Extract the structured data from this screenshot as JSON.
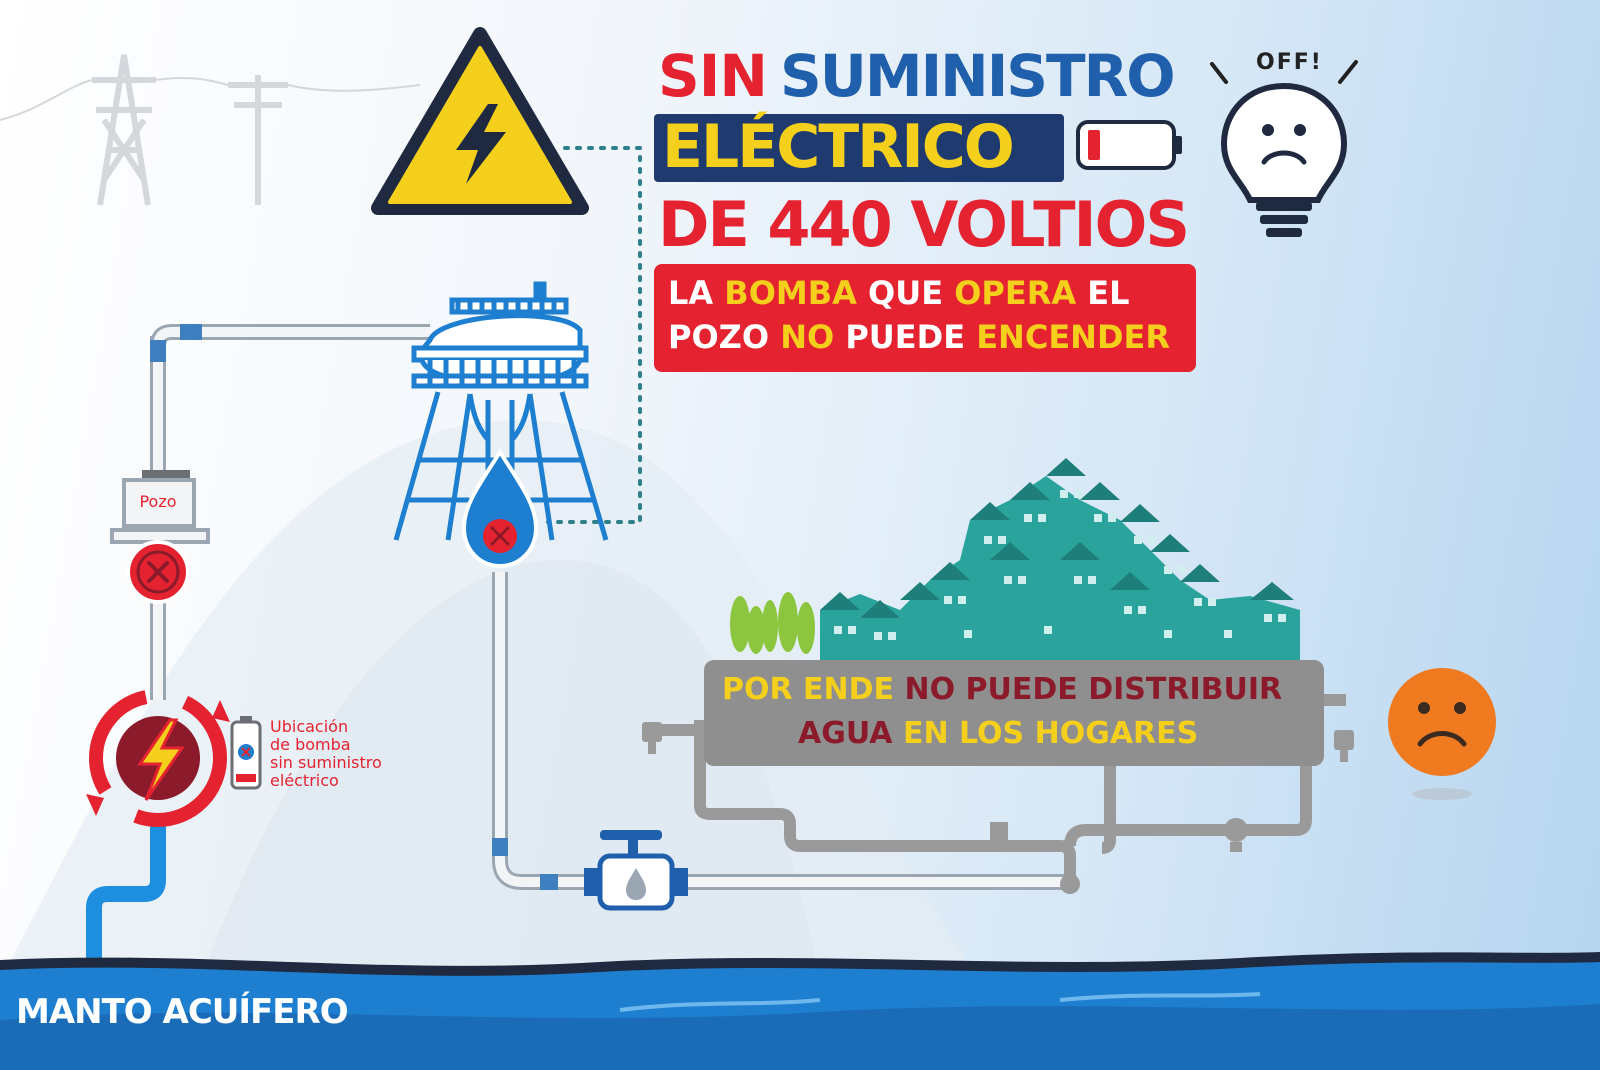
{
  "title": {
    "line1_red": "SIN",
    "line1_blue": "SUMINISTRO",
    "line2": "ELÉCTRICO",
    "line3": "DE 440 VOLTIOS"
  },
  "message": {
    "w1": "LA",
    "y1": "BOMBA",
    "w2": "QUE",
    "y2": "OPERA",
    "w3": "EL",
    "w4": "POZO",
    "y3": "NO",
    "w5": "PUEDE",
    "y4": "ENCENDER"
  },
  "distribution": {
    "y1": "POR ENDE",
    "r1": "NO PUEDE DISTRIBUIR",
    "r2": "AGUA",
    "y2": "EN LOS HOGARES"
  },
  "bulb_text": "OFF!",
  "pozo_label": "Pozo",
  "legend": {
    "l1": "Ubicación",
    "l2": "de bomba",
    "l3": "sin suministro",
    "l4": "eléctrico"
  },
  "bottom_label": "MANTO ACUÍFERO",
  "colors": {
    "red": "#e52330",
    "blue": "#1f5fab",
    "navy": "#1f3a6e",
    "yellow": "#f4cf1c",
    "dark_red": "#8b1a2a",
    "teal": "#2aa39c",
    "water": "#1e7fd0",
    "gray_box": "#8f8f8f",
    "orange_face": "#f07a20"
  },
  "icons": [
    "high-voltage-warning-icon",
    "empty-battery-icon",
    "sad-lightbulb-icon",
    "sad-face-icon",
    "water-tower-icon",
    "water-drop-icon",
    "faucet-icon",
    "power-pole-icon",
    "pump-icon",
    "houses-icon"
  ]
}
